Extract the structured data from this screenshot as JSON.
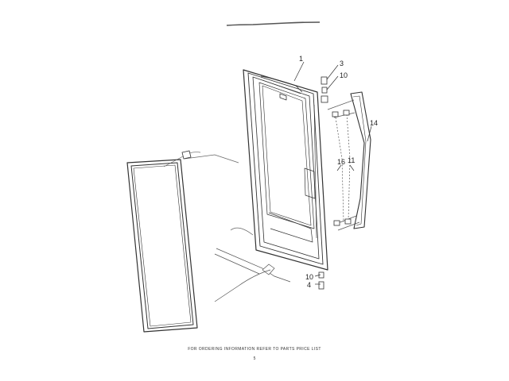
{
  "header": {
    "title": ""
  },
  "callouts": {
    "c1": "1",
    "c3": "3",
    "c10_top": "10",
    "c14": "14",
    "c16": "16",
    "c11": "11",
    "c10_bottom": "10",
    "c4": "4"
  },
  "footer": {
    "note": "FOR ORDERING INFORMATION REFER TO PARTS PRICE LIST",
    "page": "5"
  }
}
